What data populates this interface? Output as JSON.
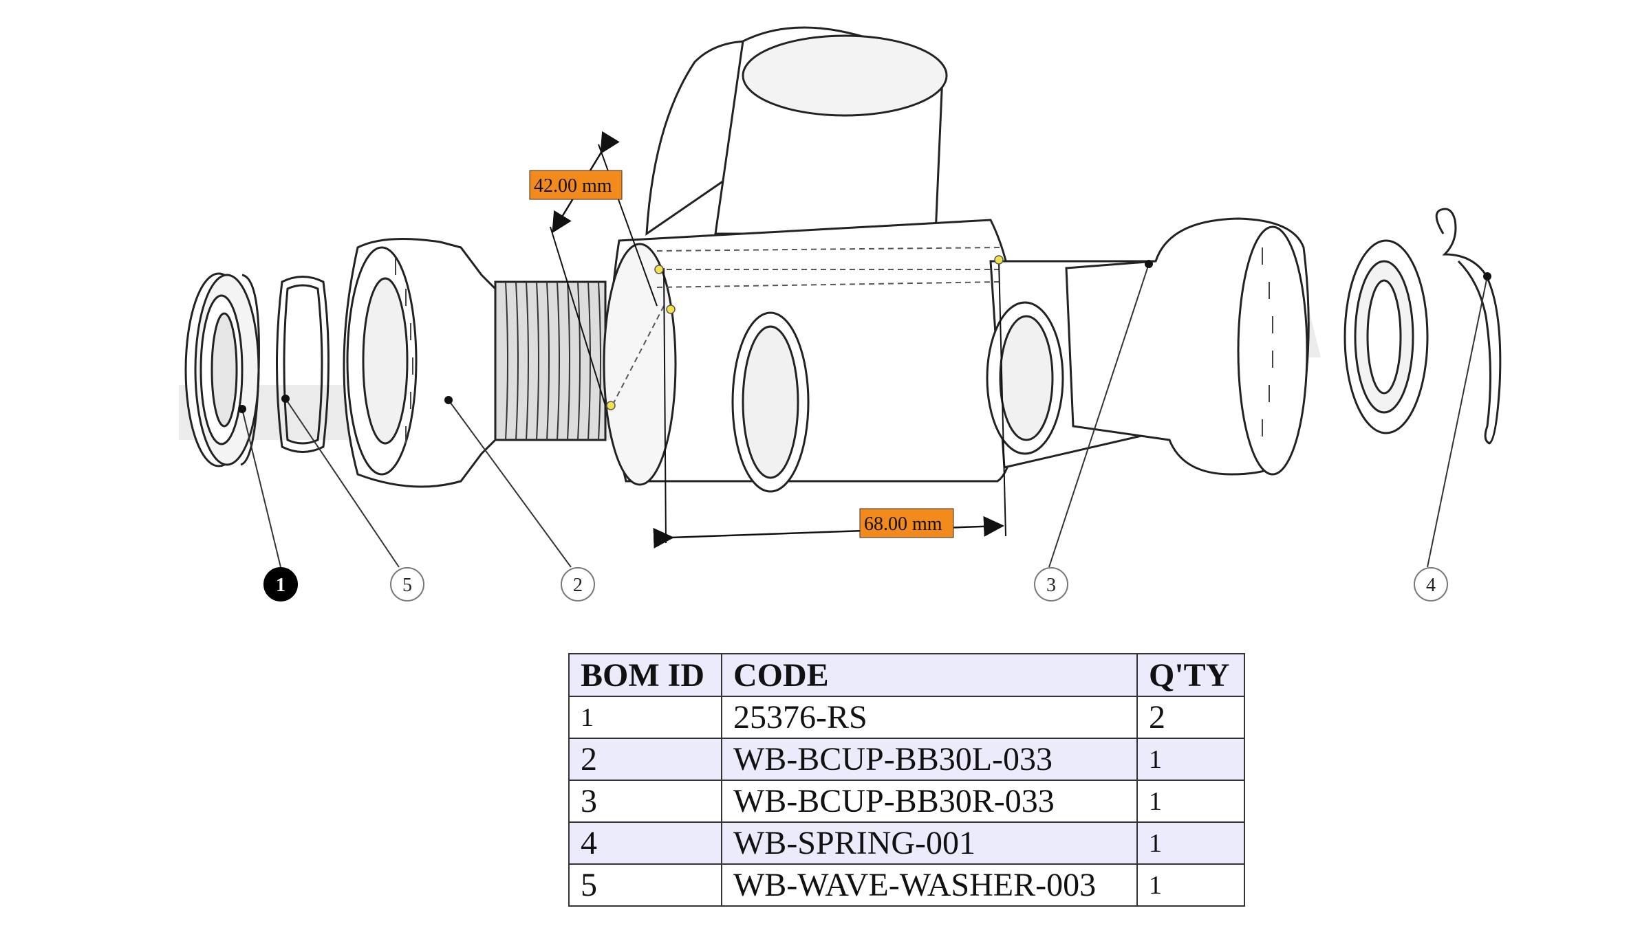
{
  "dimensions": {
    "width_label": "42.00 mm",
    "length_label": "68.00 mm",
    "label_fill": "#f28a1c",
    "point_color": "#f2e14b"
  },
  "balloons": [
    {
      "id": "1",
      "active": true
    },
    {
      "id": "5",
      "active": false
    },
    {
      "id": "2",
      "active": false
    },
    {
      "id": "3",
      "active": false
    },
    {
      "id": "4",
      "active": false
    }
  ],
  "bom": {
    "headers": {
      "id": "BOM ID",
      "code": "CODE",
      "qty": "Q'TY"
    },
    "rows": [
      {
        "id": "1",
        "code": "25376-RS",
        "qty": "2"
      },
      {
        "id": "2",
        "code": "WB-BCUP-BB30L-033",
        "qty": "1"
      },
      {
        "id": "3",
        "code": "WB-BCUP-BB30R-033",
        "qty": "1"
      },
      {
        "id": "4",
        "code": "WB-SPRING-001",
        "qty": "1"
      },
      {
        "id": "5",
        "code": "WB-WAVE-WASHER-003",
        "qty": "1"
      }
    ],
    "header_bg": "#ecebfb"
  }
}
